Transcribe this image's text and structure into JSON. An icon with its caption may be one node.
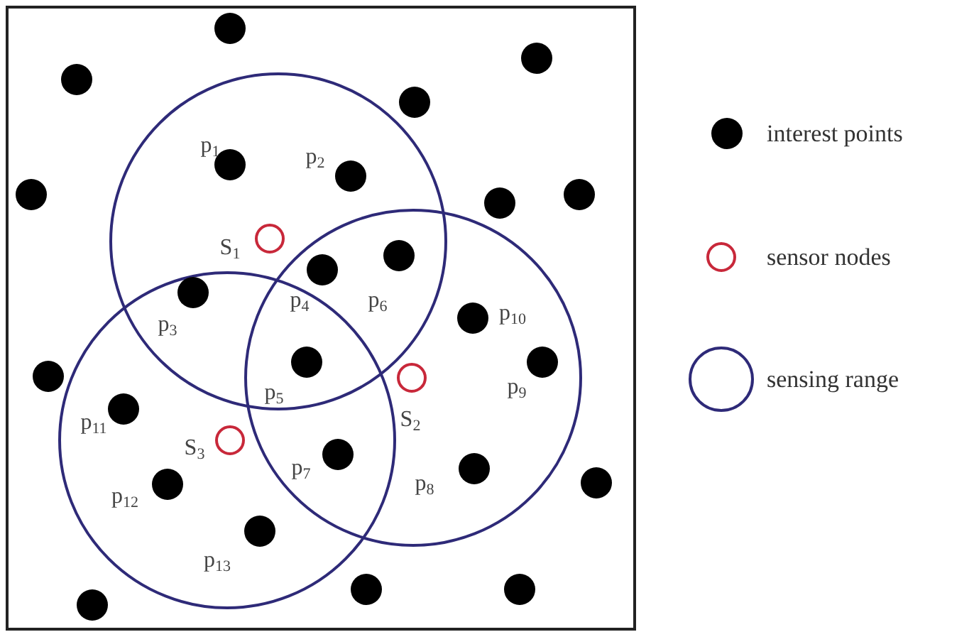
{
  "diagram": {
    "labels": [
      "p$_{1}$",
      "p$_{2}$",
      "S$_{1}$",
      "p$_{4}$",
      "p$_{6}$",
      "p$_{10}$",
      "p$_{3}$",
      "p$_{5}$",
      "p$_{9}$",
      "S$_{2}$",
      "p$_{11}$",
      "S$_{3}$",
      "p$_{7}$",
      "p$_{8}$",
      "p$_{12}$",
      "p$_{13}$"
    ],
    "legend": [
      {
        "text": "interest points"
      },
      {
        "text": "sensor nodes"
      },
      {
        "text": "sensing range"
      }
    ]
  }
}
